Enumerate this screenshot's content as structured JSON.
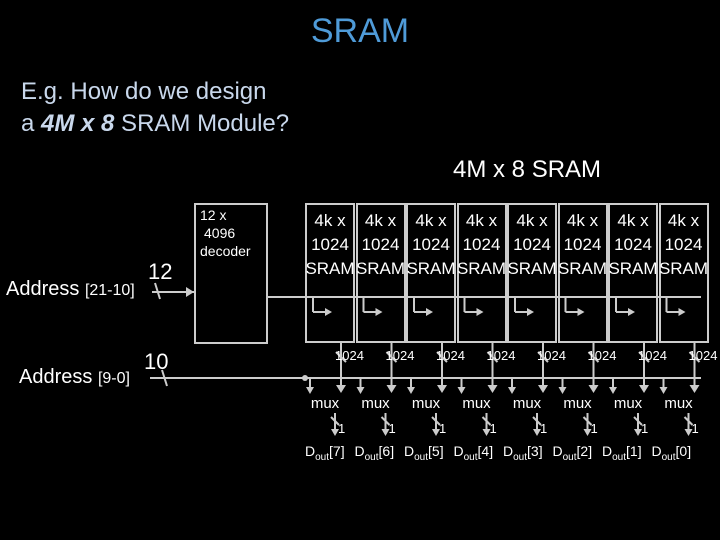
{
  "title": "SRAM",
  "question": {
    "line1": "E.g. How do we design",
    "line2_prefix": "a ",
    "line2_emph": "4M x 8",
    "line2_suffix": " SRAM Module?"
  },
  "module_label": "4M x 8 SRAM",
  "address_upper": {
    "label": "Address ",
    "bits": "[21-10]",
    "width": "12"
  },
  "address_lower": {
    "label": "Address ",
    "bits": "[9-0]",
    "width": "10"
  },
  "decoder": {
    "line1": "12 x",
    "line2": "4096",
    "line3": "decoder"
  },
  "srams": [
    {
      "l1": "4k x",
      "l2": "1024",
      "l3": "SRAM"
    },
    {
      "l1": "4k x",
      "l2": "1024",
      "l3": "SRAM"
    },
    {
      "l1": "4k x",
      "l2": "1024",
      "l3": "SRAM"
    },
    {
      "l1": "4k x",
      "l2": "1024",
      "l3": "SRAM"
    },
    {
      "l1": "4k x",
      "l2": "1024",
      "l3": "SRAM"
    },
    {
      "l1": "4k x",
      "l2": "1024",
      "l3": "SRAM"
    },
    {
      "l1": "4k x",
      "l2": "1024",
      "l3": "SRAM"
    },
    {
      "l1": "4k x",
      "l2": "1024",
      "l3": "SRAM"
    }
  ],
  "bus_widths": [
    "1024",
    "1024",
    "1024",
    "1024",
    "1024",
    "1024",
    "1024",
    "1024"
  ],
  "muxes": [
    "mux",
    "mux",
    "mux",
    "mux",
    "mux",
    "mux",
    "mux",
    "mux"
  ],
  "mux_out_widths": [
    "1",
    "1",
    "1",
    "1",
    "1",
    "1",
    "1",
    "1"
  ],
  "outputs": [
    {
      "d": "D",
      "sub": "out",
      "idx": "[7]"
    },
    {
      "d": "D",
      "sub": "out",
      "idx": "[6]"
    },
    {
      "d": "D",
      "sub": "out",
      "idx": "[5]"
    },
    {
      "d": "D",
      "sub": "out",
      "idx": "[4]"
    },
    {
      "d": "D",
      "sub": "out",
      "idx": "[3]"
    },
    {
      "d": "D",
      "sub": "out",
      "idx": "[2]"
    },
    {
      "d": "D",
      "sub": "out",
      "idx": "[1]"
    },
    {
      "d": "D",
      "sub": "out",
      "idx": "[0]"
    }
  ],
  "colors": {
    "title": "#4f9bd8",
    "question": "#c9d8ec",
    "line": "#cccccc",
    "bg": "#000000"
  }
}
